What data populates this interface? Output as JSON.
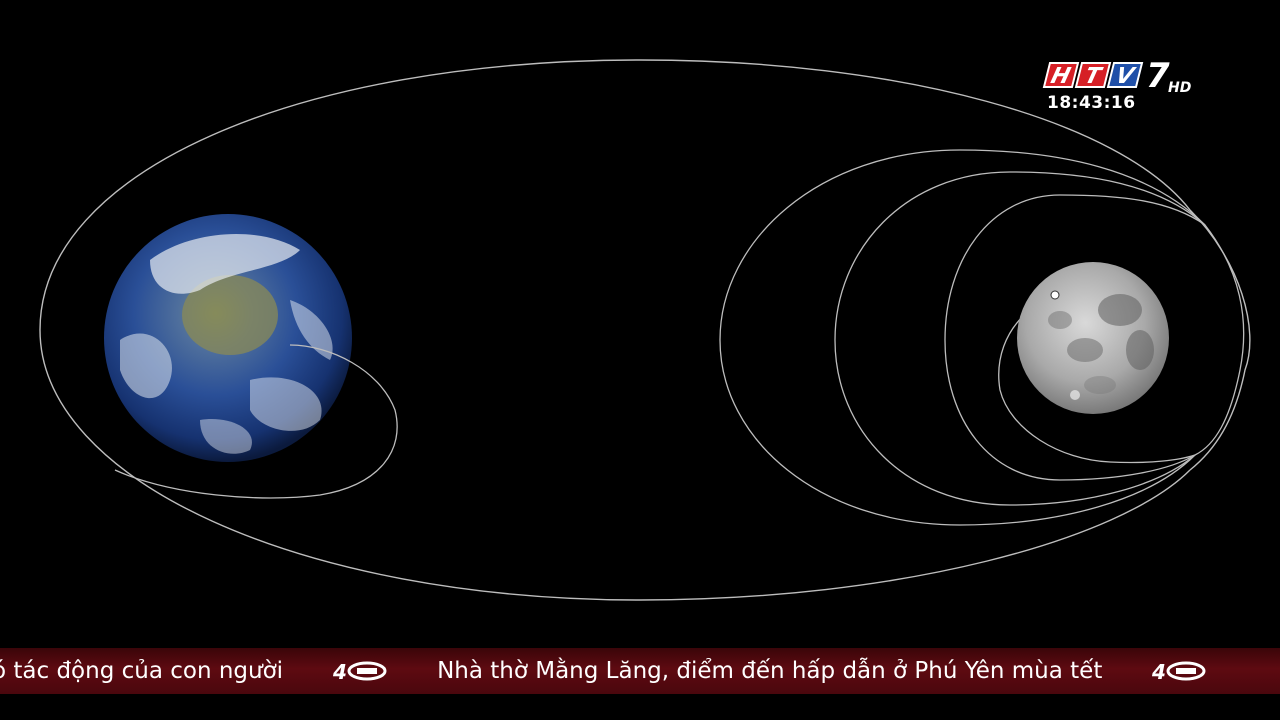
{
  "channel": {
    "logo_letters": [
      "H",
      "T",
      "V"
    ],
    "logo_number": "7",
    "logo_suffix": "HD",
    "clock": "18:43:16"
  },
  "ticker": {
    "items": [
      "ó tác động của con người",
      "Nhà thờ Mằng Lăng, điểm đến hấp dẫn ở Phú Yên mùa tết"
    ],
    "separator_icon": "anniversary-45-logo-icon"
  },
  "scene": {
    "background": "#000000",
    "orbit_color": "#bfbfbf",
    "earth_label_icon": "earth-icon",
    "moon_label_icon": "moon-icon",
    "spacecraft_icon": "spacecraft-dot-icon"
  },
  "colors": {
    "ticker_bg": "#5e0a11",
    "logo_red": "#d61f26",
    "logo_blue": "#1f4fa8"
  }
}
